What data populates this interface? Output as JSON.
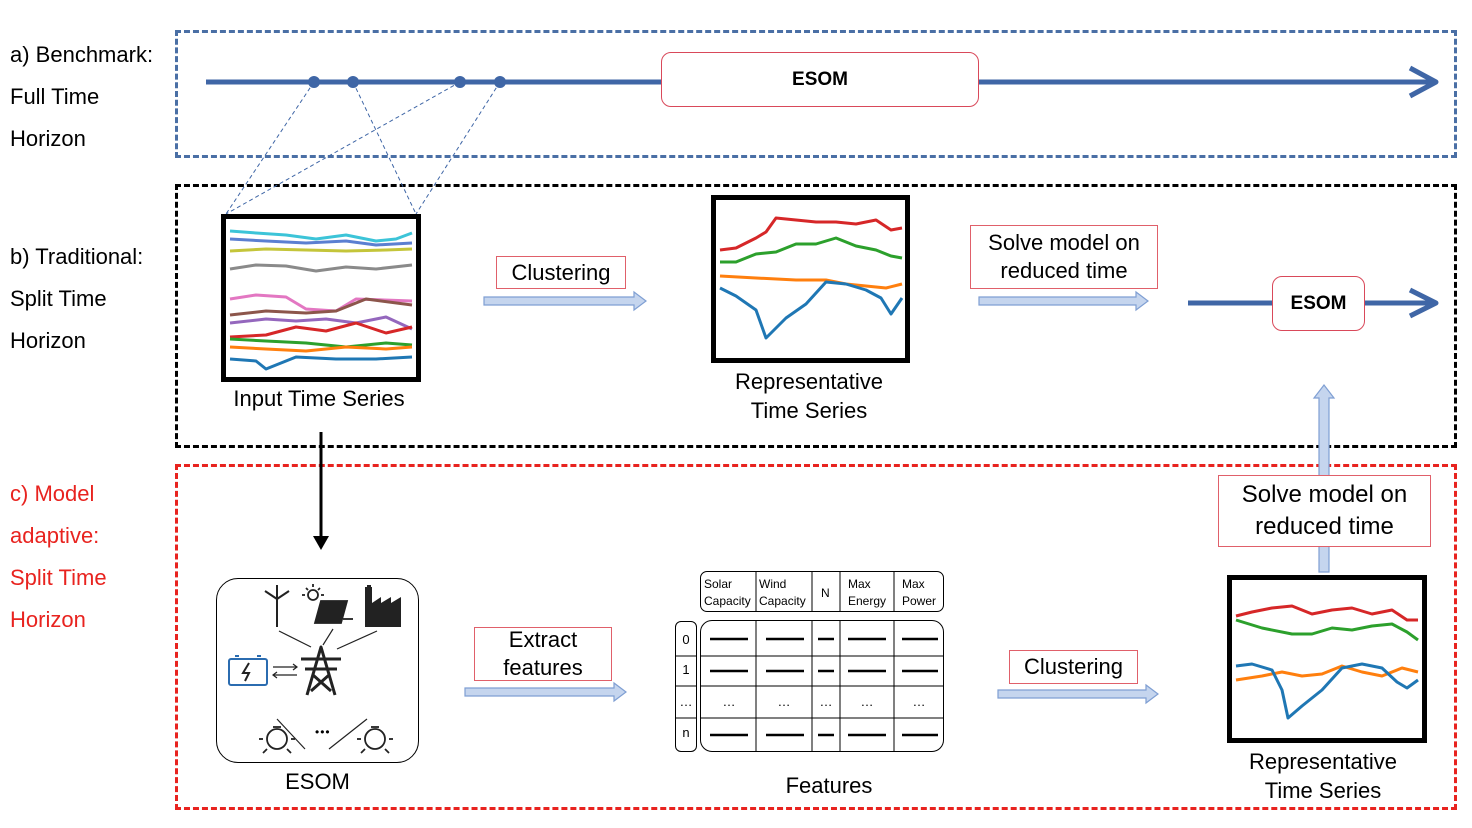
{
  "rows": {
    "a": [
      "a)  Benchmark:",
      "Full Time",
      "Horizon"
    ],
    "b": [
      "b) Traditional:",
      "Split Time",
      "Horizon"
    ],
    "c": [
      "c) Model",
      "adaptive:",
      "Split Time",
      "Horizon"
    ]
  },
  "esom_label": "ESOM",
  "clustering_label": "Clustering",
  "solve_label_line1": "Solve model on",
  "solve_label_line2": "reduced time",
  "extract_label_line1": "Extract",
  "extract_label_line2": "features",
  "input_series_caption": "Input Time Series",
  "representative_line1": "Representative",
  "representative_line2": "Time Series",
  "esom_caption": "ESOM",
  "features_caption": "Features",
  "feature_headers": [
    [
      "Solar",
      "Capacity"
    ],
    [
      "Wind",
      "Capacity"
    ],
    [
      "N",
      ""
    ],
    [
      "Max",
      "Energy"
    ],
    [
      "Max",
      "Power"
    ]
  ],
  "feature_rows": [
    "0",
    "1",
    "…",
    "n"
  ],
  "ellipsis": "…",
  "dots": "•••",
  "colors": {
    "blue_border": "#4a6fa5",
    "black_border": "#000000",
    "red_border": "#e8231f",
    "timeline": "#3f66a6",
    "arrow_fill": "#c5d5ee",
    "arrow_stroke": "#7f9fd3"
  },
  "icons": [
    "wind-turbine-icon",
    "solar-panel-icon",
    "factory-icon",
    "battery-icon",
    "transmission-tower-icon",
    "light-bulb-icon"
  ]
}
